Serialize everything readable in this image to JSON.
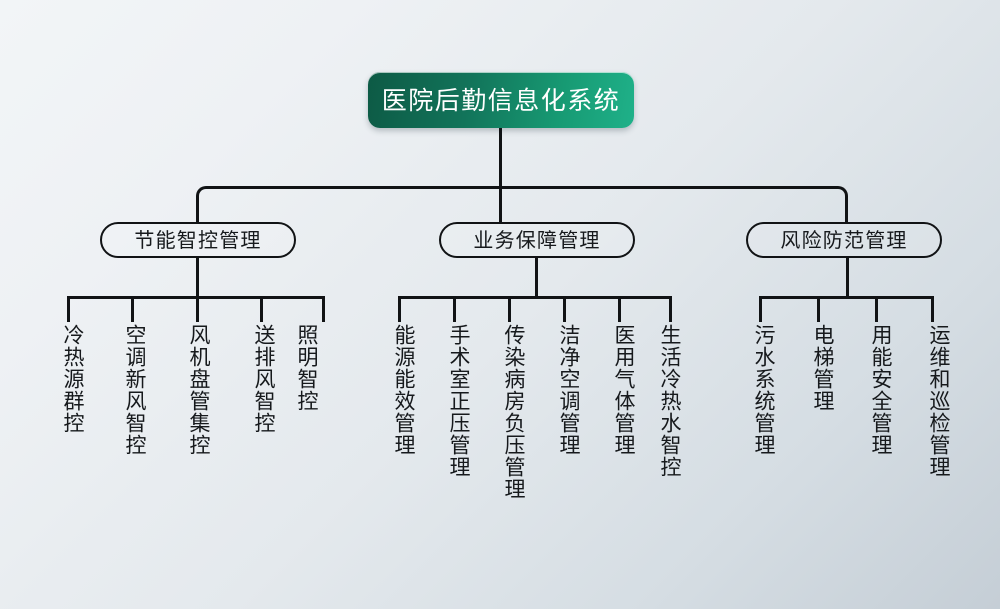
{
  "diagram": {
    "type": "org-chart",
    "title": "医院后勤信息化系统",
    "theme": {
      "accent_green_dark": "#0d5a45",
      "accent_green_light": "#1fb189",
      "line_color": "#111315",
      "text_color": "#16191c",
      "bg_top_left": "#f2f5f7",
      "bg_bottom_right": "#c5ced6"
    },
    "root": {
      "label": "医院后勤信息化系统"
    },
    "branches": [
      {
        "label": "节能智控管理",
        "leaves": [
          {
            "label": "冷热源群控"
          },
          {
            "label": "空调新风智控"
          },
          {
            "label": "风机盘管集控"
          },
          {
            "label": "送排风智控"
          },
          {
            "label": "照明智控"
          }
        ]
      },
      {
        "label": "业务保障管理",
        "leaves": [
          {
            "label": "能源能效管理"
          },
          {
            "label": "手术室正压管理"
          },
          {
            "label": "传染病房负压管理"
          },
          {
            "label": "洁净空调管理"
          },
          {
            "label": "医用气体管理"
          },
          {
            "label": "生活冷热水智控"
          }
        ]
      },
      {
        "label": "风险防范管理",
        "leaves": [
          {
            "label": "污水系统管理"
          },
          {
            "label": "电梯管理"
          },
          {
            "label": "用能安全管理"
          },
          {
            "label": "运维和巡检管理"
          }
        ]
      }
    ]
  }
}
